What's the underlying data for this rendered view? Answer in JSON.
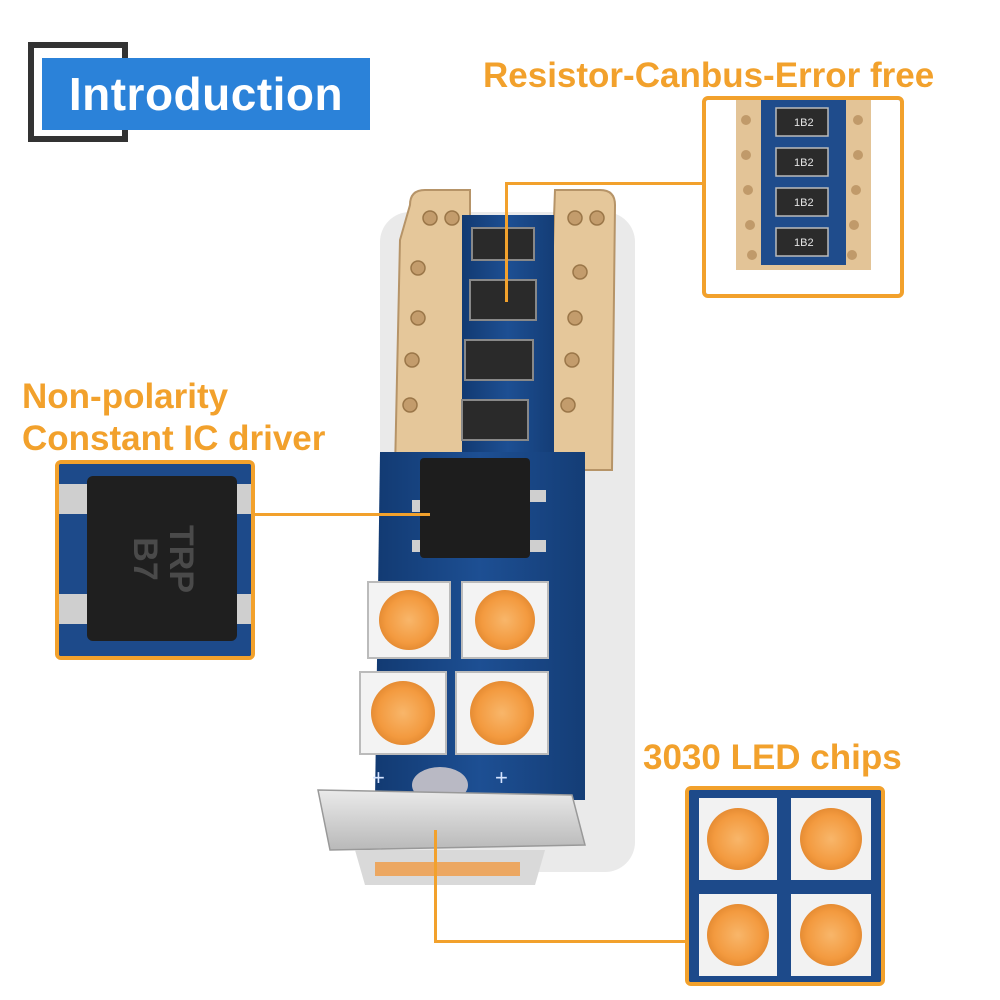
{
  "title": "Introduction",
  "callouts": {
    "resistor": "Resistor-Canbus-Error free",
    "driver_line1": "Non-polarity",
    "driver_line2": "Constant IC driver",
    "led": "3030 LED chips"
  },
  "chip_markings": {
    "resistor": "1B2",
    "ic_line1": "TRP",
    "ic_line2": "B7"
  },
  "colors": {
    "accent": "#f2a12c",
    "title_bg": "#2b82d9",
    "pcb_blue": "#1d4a8a",
    "led_orange": "#f5a04a"
  }
}
